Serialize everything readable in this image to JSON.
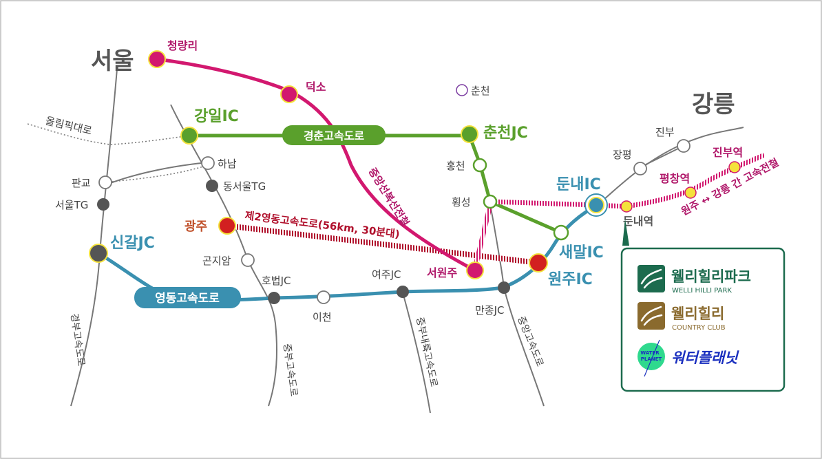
{
  "cities": {
    "seoul": "서울",
    "gangneung": "강릉",
    "chuncheon": "춘천"
  },
  "rail": {
    "jungang_bokseon": "중앙선복선전철",
    "wonju_gangneung": "원주 ↔ 강릉 간 고속전철",
    "stations": {
      "cheongnyangni": "청량리",
      "deokso": "덕소",
      "seowonju": "서원주",
      "pyeongchang": "평창역",
      "jinbu": "진부역",
      "dunnae": "둔내역"
    }
  },
  "roads": {
    "gyeongchun": "경춘고속도로",
    "yeongdong": "영동고속도로",
    "second_yeongdong": "제2영동고속도로(56km, 30분대)",
    "olympic": "올림픽대로",
    "gyeongbu": "경부고속도로",
    "jungbu": "중부고속도로",
    "jungbu_naeryuk": "중부내륙고속도로",
    "jungang": "중앙고속도로"
  },
  "junctions": {
    "gangil_ic": "강일IC",
    "chuncheon_jc": "춘천JC",
    "dunnae_ic": "둔내IC",
    "saemal_ic": "새말IC",
    "wonju_ic": "원주IC",
    "singal_jc": "신갈JC",
    "gwangju": "광주"
  },
  "places": {
    "hanam": "하남",
    "dongseoul_tg": "동서울TG",
    "pangyo": "판교",
    "seoul_tg": "서울TG",
    "gonjiam": "곤지암",
    "hobeop_jc": "호법JC",
    "icheon": "이천",
    "yeoju_jc": "여주JC",
    "manjong_jc": "만종JC",
    "hongcheon": "홍천",
    "hoengseong": "횡성",
    "jangpyeong": "장평",
    "jinbu": "진부"
  },
  "legend": {
    "welli_park_kr": "웰리힐리파크",
    "welli_park_en": "WELLI HILLI PARK",
    "welli_cc_kr": "웰리힐리",
    "welli_cc_en": "COUNTRY CLUB",
    "water_planet_kr": "워터플래닛",
    "water_planet_logo_top": "WATER",
    "water_planet_logo_bottom": "PLANET"
  },
  "colors": {
    "rail": "#d2186f",
    "green_road": "#5aa02c",
    "blue_road": "#3a90b0",
    "second_yeongdong": "#b0102c",
    "station_yellow": "#f4e23c",
    "welli_green": "#1c6b4e",
    "welli_brown": "#8a6a2e",
    "water_planet_green": "#2fd98e",
    "water_planet_text": "#1a2fbf"
  }
}
